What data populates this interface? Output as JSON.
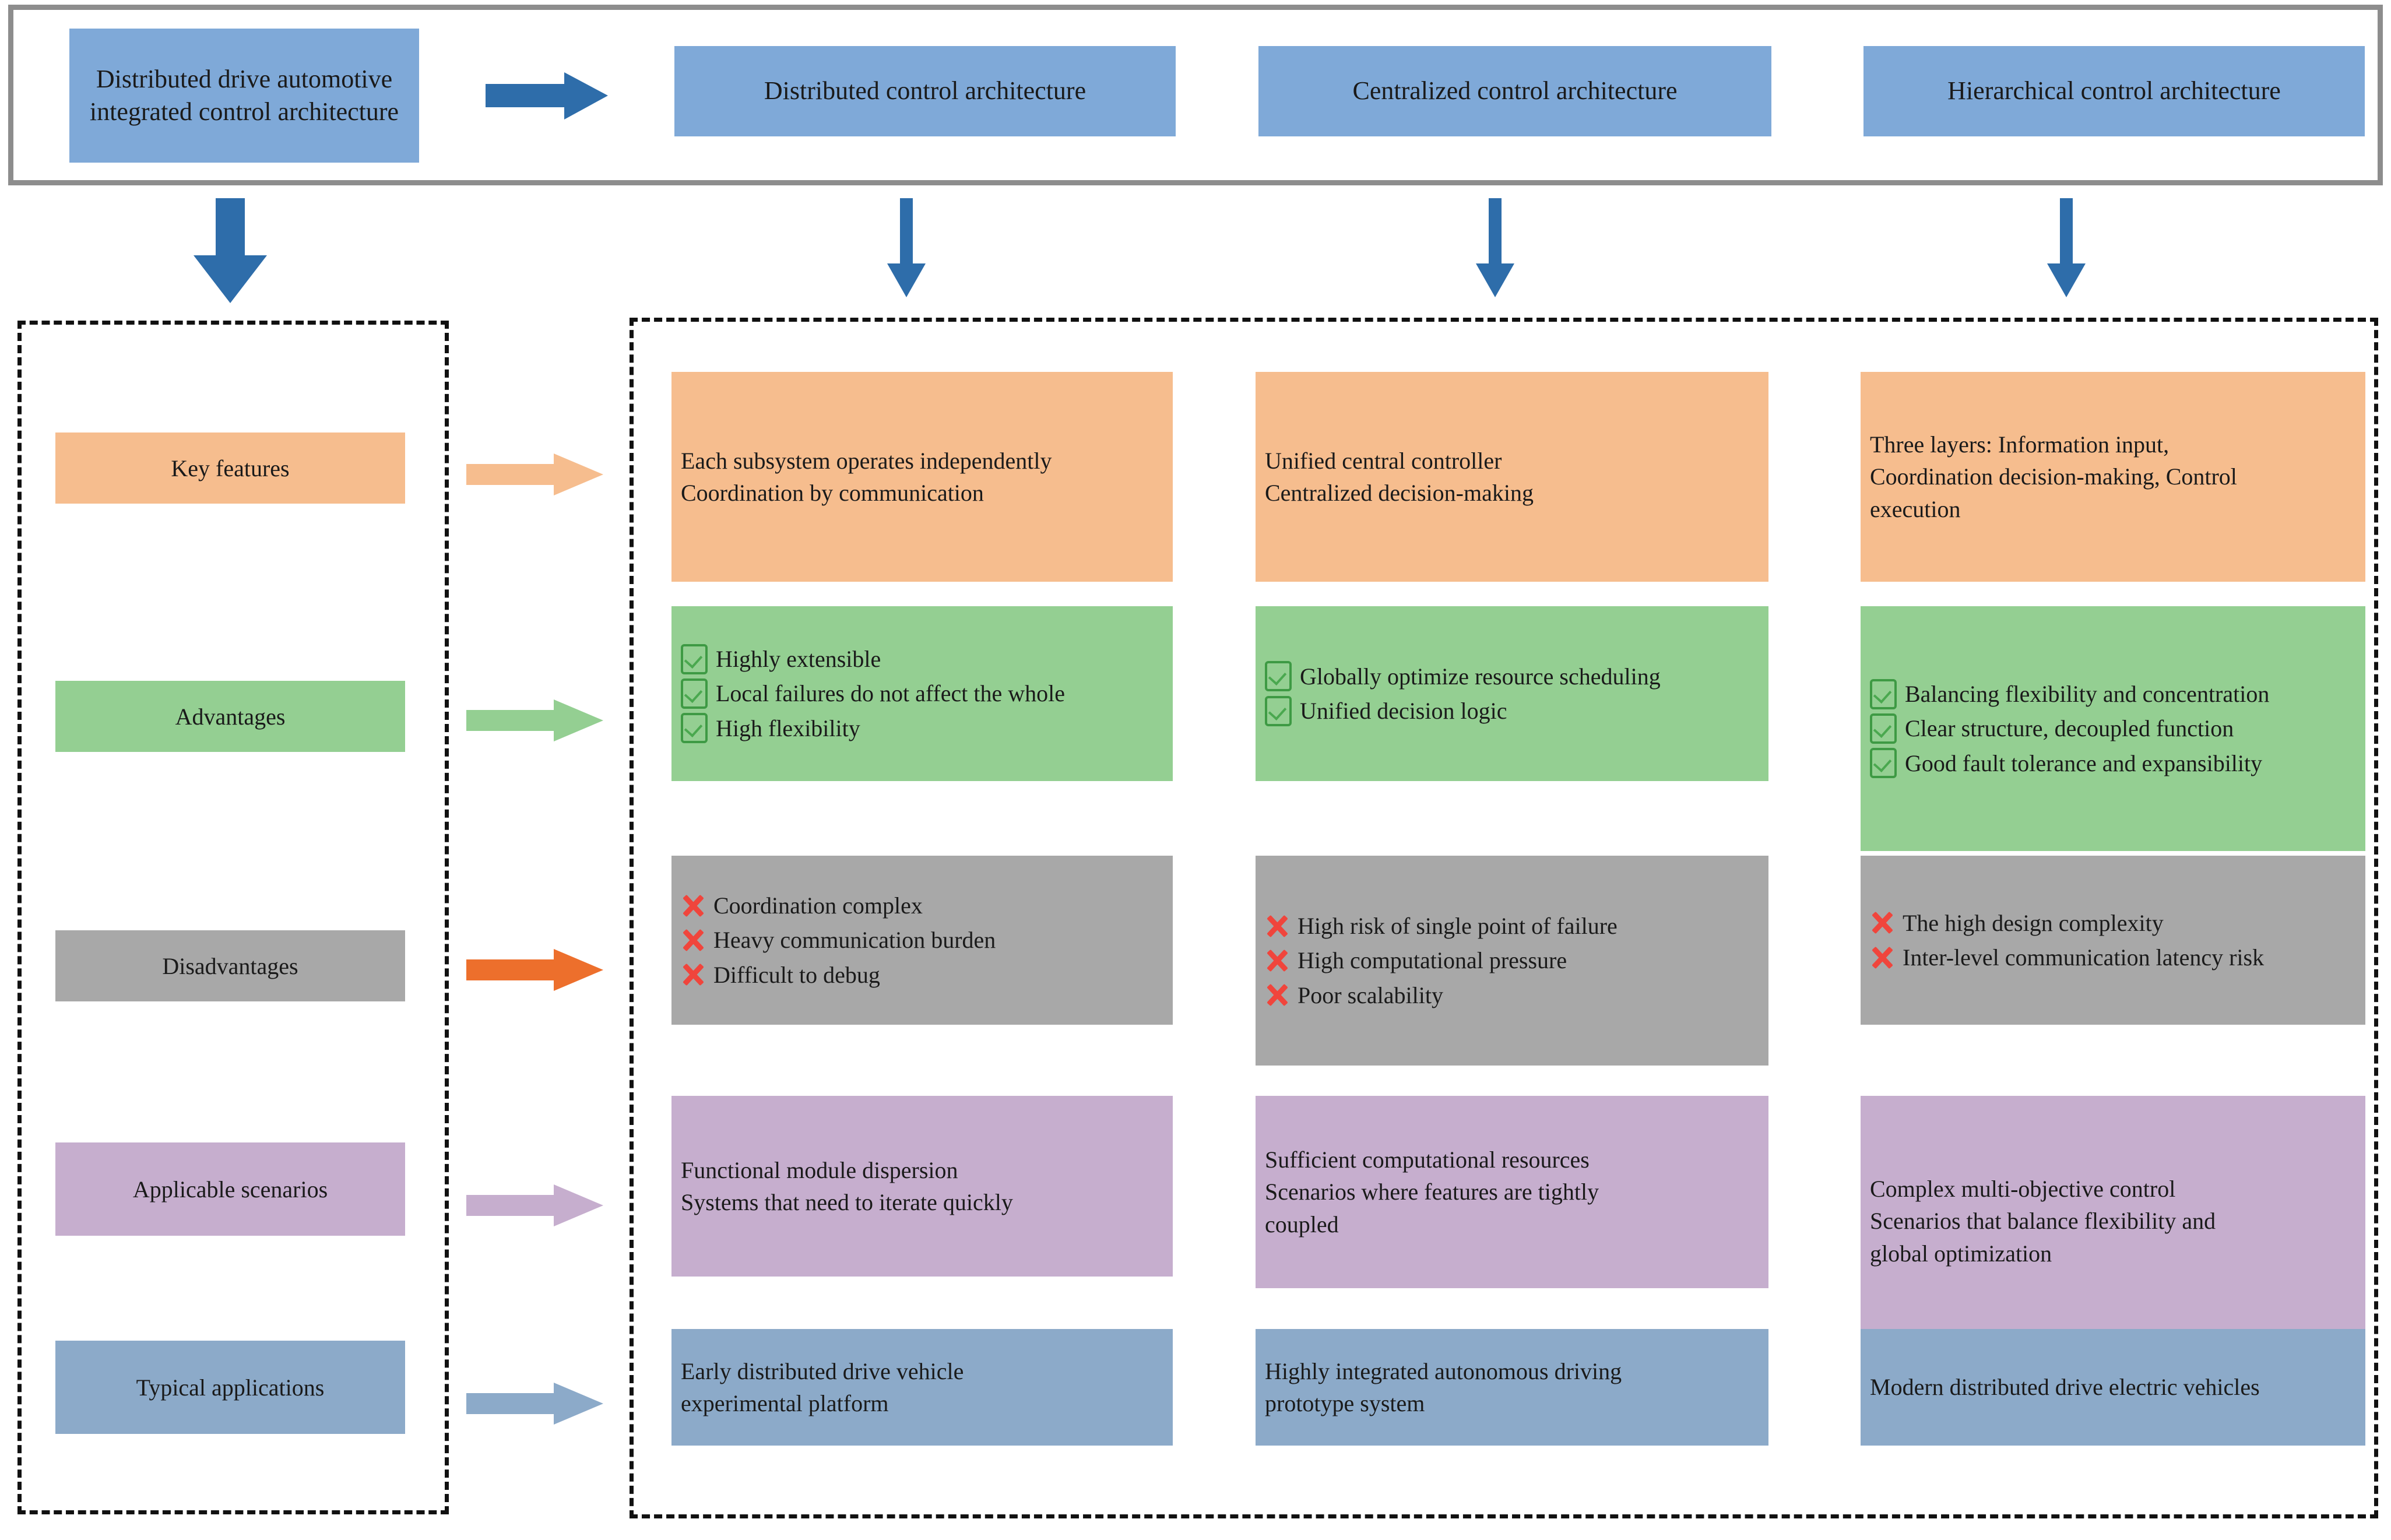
{
  "root": {
    "title": "Distributed drive automotive integrated control architecture",
    "architectures": [
      "Distributed control architecture",
      "Centralized control architecture",
      "Hierarchical control architecture"
    ]
  },
  "categories": [
    {
      "label": "Key features",
      "color": "#f6bd8e",
      "arrow_color": "#f6bd8e"
    },
    {
      "label": "Advantages",
      "color": "#94cf92",
      "arrow_color": "#94cf92"
    },
    {
      "label": "Disadvantages",
      "color": "#a8a8a8",
      "arrow_color": "#ed6f2c"
    },
    {
      "label": "Applicable scenarios",
      "color": "#c6aece",
      "arrow_color": "#c6aece"
    },
    {
      "label": "Typical applications",
      "color": "#8caac9",
      "arrow_color": "#8caac9"
    }
  ],
  "icons": {
    "big_right_arrow": "right-arrow-icon",
    "down_arrow": "down-arrow-icon",
    "check": "check-box-icon",
    "cross": "red-x-icon"
  },
  "colors": {
    "box_blue": "#7fa9d8",
    "arrow_blue": "#2e6daa",
    "frame_gray": "#8d8d8d",
    "dash_black": "#111111",
    "orange": "#f6bd8e",
    "green": "#94cf92",
    "gray": "#a8a8a8",
    "purple": "#c6aece",
    "blue_gray": "#8caac9",
    "x_red": "#f0453c",
    "check_green": "#3e9a44",
    "disadv_arrow_orange": "#ed6f2c"
  },
  "grid": {
    "key_features": [
      {
        "lines": [
          "Each subsystem operates independently",
          "Coordination by communication"
        ]
      },
      {
        "lines": [
          "Unified central controller",
          "Centralized decision-making"
        ]
      },
      {
        "lines": [
          "Three layers: Information input,",
          "Coordination decision-making, Control",
          "execution"
        ]
      }
    ],
    "advantages": [
      {
        "items": [
          "Highly extensible",
          "Local failures do not affect the whole",
          "High flexibility"
        ]
      },
      {
        "items": [
          "Globally optimize resource scheduling",
          "Unified decision logic"
        ]
      },
      {
        "items": [
          "Balancing flexibility and concentration",
          "Clear structure, decoupled function",
          "Good fault tolerance and expansibility"
        ]
      }
    ],
    "disadvantages": [
      {
        "items": [
          "Coordination complex",
          "Heavy communication burden",
          "Difficult to debug"
        ]
      },
      {
        "items": [
          "High risk of single point of failure",
          "High computational pressure",
          "Poor scalability"
        ]
      },
      {
        "items": [
          "The high design complexity",
          "Inter-level communication latency risk"
        ]
      }
    ],
    "applicable_scenarios": [
      {
        "lines": [
          "Functional module dispersion",
          "Systems that need to iterate quickly"
        ]
      },
      {
        "lines": [
          "Sufficient computational resources",
          "Scenarios where features are tightly",
          "coupled"
        ]
      },
      {
        "lines": [
          "Complex multi-objective control",
          "Scenarios that balance flexibility and",
          "global optimization"
        ]
      }
    ],
    "typical_applications": [
      {
        "lines": [
          "Early distributed drive vehicle",
          "experimental platform"
        ]
      },
      {
        "lines": [
          "Highly integrated autonomous driving",
          "prototype system"
        ]
      },
      {
        "lines": [
          "Modern distributed drive electric vehicles"
        ]
      }
    ]
  }
}
